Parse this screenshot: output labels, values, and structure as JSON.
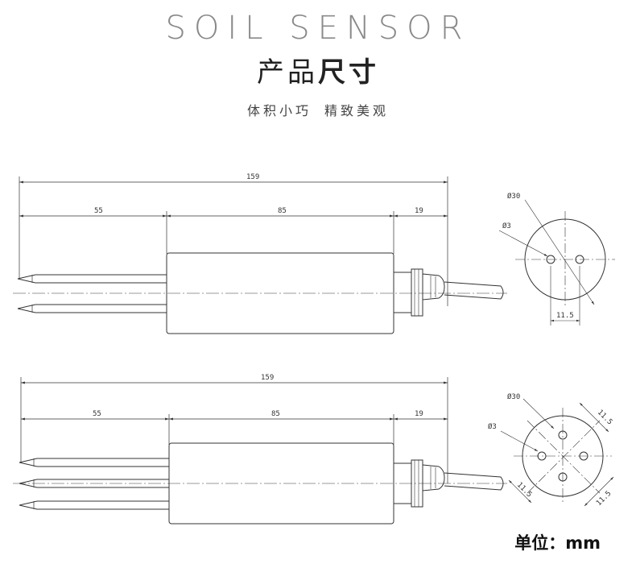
{
  "header": {
    "title_en": "SOIL SENSOR",
    "title_cn_light": "产品",
    "title_cn_bold": "尺寸",
    "subtitle_1": "体积小巧",
    "subtitle_2": "精致美观"
  },
  "diagram": {
    "top": {
      "overall": "159",
      "probe": "55",
      "body": "85",
      "gland": "19",
      "outer_dia": "Ø30",
      "hole_dia": "Ø3",
      "spacing": "11.5"
    },
    "bottom": {
      "overall": "159",
      "probe": "55",
      "body": "85",
      "gland": "19",
      "outer_dia": "Ø30",
      "hole_dia": "Ø3",
      "spacing_a": "11.5",
      "spacing_b": "11.5",
      "spacing_c": "11.5"
    },
    "line_color": "#333333"
  },
  "footer": {
    "unit": "单位：mm"
  }
}
